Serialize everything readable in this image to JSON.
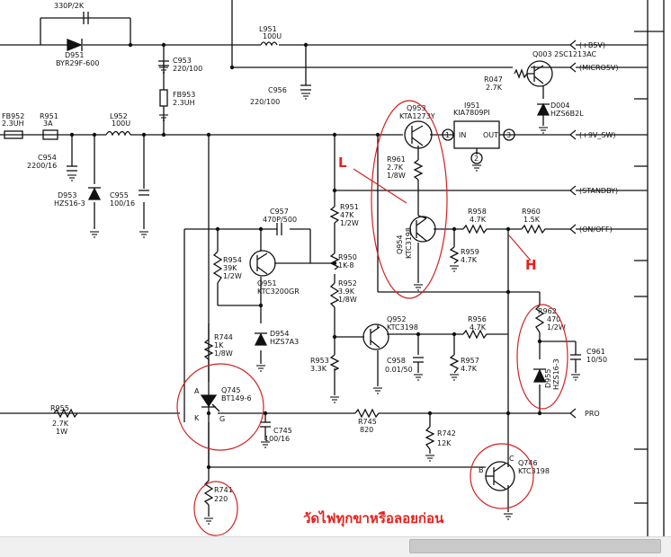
{
  "components": {
    "c_330p": "330P/2K",
    "d951_ref": "D951",
    "d951_val": "BYR29F-600",
    "l951_ref": "L951",
    "l951_val": "100U",
    "c953_ref": "C953",
    "c953_val": "220/100",
    "fb953_ref": "FB953",
    "fb953_val": "2.3UH",
    "c956_ref": "C956",
    "c956_val": "220/100",
    "fb952_ref": "FB952",
    "fb952_val": "2.3UH",
    "r951f_ref": "R951",
    "r951f_val": "3A",
    "l952_ref": "L952",
    "l952_val": "100U",
    "c954_ref": "C954",
    "c954_val": "2200/16",
    "d953_ref": "D953",
    "d953_val": "HZS16-3",
    "c955_ref": "C955",
    "c955_val": "100/16",
    "q953_ref": "Q953",
    "q953_val": "KTA1273Y",
    "ic951_ref": "I951",
    "ic951_val": "KIA7809PI",
    "ic951_in": "IN",
    "ic951_out": "OUT",
    "pin1": "1",
    "pin2": "2",
    "pin3": "3",
    "q003_val": "Q003 2SC1213AC",
    "r047_ref": "R047",
    "r047_val": "2.7K",
    "d004_ref": "D004",
    "d004_val": "HZS6B2L",
    "r961_ref": "R961",
    "r961_v1": "2.7K",
    "r961_v2": "1/8W",
    "c957_ref": "C957",
    "c957_val": "470P/500",
    "r951_ref": "R951",
    "r951_v1": "47K",
    "r951_v2": "1/2W",
    "r958_ref": "R958",
    "r958_val": "4.7K",
    "r960_ref": "R960",
    "r960_val": "1.5K",
    "q954_ref": "Q954",
    "q954_val": "KTC3198",
    "r959_ref": "R959",
    "r959_val": "4.7K",
    "r954_ref": "R954",
    "r954_v1": "39K",
    "r954_v2": "1/2W",
    "q951_ref": "Q951",
    "q951_val": "KTC3200GR",
    "r950_ref": "R950",
    "r950_val": "1K-8",
    "r952_ref": "R952",
    "r952_v1": "3.9K",
    "r952_v2": "1/8W",
    "d954_ref": "D954",
    "d954_val": "HZS7A3",
    "q952_ref": "Q952",
    "q952_val": "KTC3198",
    "r956_ref": "R956",
    "r956_val": "4.7K",
    "r962_ref": "R962",
    "r962_v1": "470",
    "r962_v2": "1/2W",
    "r744_ref": "R744",
    "r744_v1": "1K",
    "r744_v2": "1/8W",
    "r953_ref": "R953",
    "r953_val": "3.3K",
    "c958_ref": "C958",
    "c958_val": "0.01/50",
    "r957_ref": "R957",
    "r957_val": "4.7K",
    "d955_ref": "D955",
    "d955_val": "HZS16-3",
    "c961_ref": "C961",
    "c961_val": "10/50",
    "q745_ref": "Q745",
    "q745_val": "BT149-6",
    "q745_gate": "G",
    "q745_k": "K",
    "q745_a": "A",
    "r955_ref": "R955",
    "r955_v1": "2.7K",
    "r955_v2": "1W",
    "c745_ref": "C745",
    "c745_val": "100/16",
    "r745_ref": "R745",
    "r745_val": "820",
    "r742_ref": "R742",
    "r742_val": "12K",
    "q746_ref": "Q746",
    "q746_val": "KTC3198",
    "q746_c": "C",
    "q746_b": "B",
    "r741_ref": "R741",
    "r741_val": "220"
  },
  "rails": {
    "b5v": "(+B5V)",
    "micro5v": "(MICRO5V)",
    "v9sw": "(+9V_SW)",
    "standby": "(STANDBY)",
    "onoff": "(ON/OFF)",
    "pro": "PRO"
  },
  "annotations": {
    "l_mark": "L",
    "h_mark": "H",
    "thai_note": "วัดไฟทุกขาหรือลอยก่อน",
    "color": "#e8201c",
    "ellipse_color": "#d42020"
  },
  "line_color": "#111111",
  "background": "#ffffff"
}
